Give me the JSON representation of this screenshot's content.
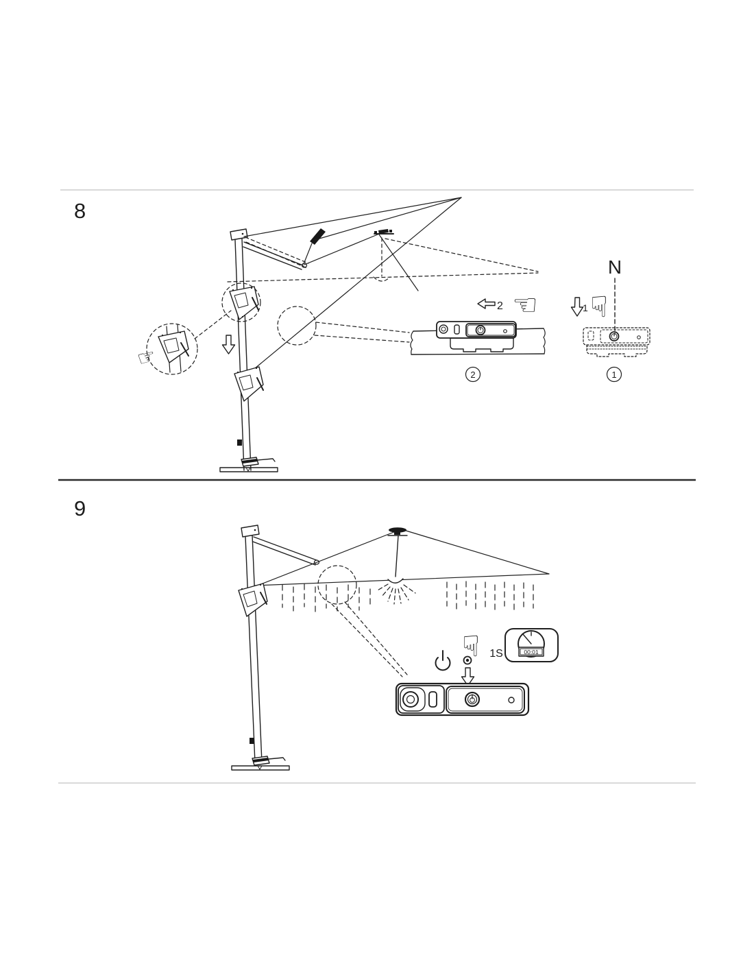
{
  "document": {
    "kind": "umbrella-instruction-manual-page"
  },
  "colors": {
    "background": "#ffffff",
    "line": "#1f1f1f",
    "divider_light": "#d9d9d9",
    "divider_dark": "#2b2b2b"
  },
  "step8": {
    "number": "8",
    "north_label": "N",
    "slide_action_label": "2",
    "press_action_label": "1",
    "callout_mounted_remote": "2",
    "callout_loose_remote": "1"
  },
  "step9": {
    "number": "9",
    "hold_time_label": "1S",
    "timer_value": "00:01"
  },
  "icons": {
    "hand_left": "☜",
    "hand_down": "☟",
    "hand_press": "☞"
  }
}
